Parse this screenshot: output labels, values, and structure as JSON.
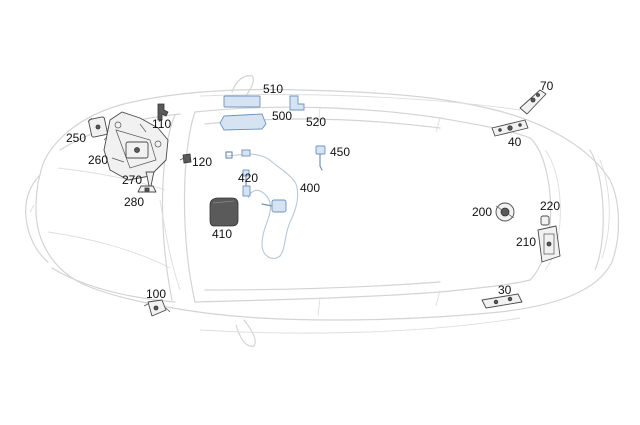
{
  "labels": {
    "p510": "510",
    "p500": "500",
    "p520": "520",
    "p70": "70",
    "p40": "40",
    "p250": "250",
    "p110": "110",
    "p260": "260",
    "p120": "120",
    "p270": "270",
    "p280": "280",
    "p450": "450",
    "p420": "420",
    "p400": "400",
    "p410": "410",
    "p200": "200",
    "p220": "220",
    "p210": "210",
    "p100": "100",
    "p30": "30"
  }
}
